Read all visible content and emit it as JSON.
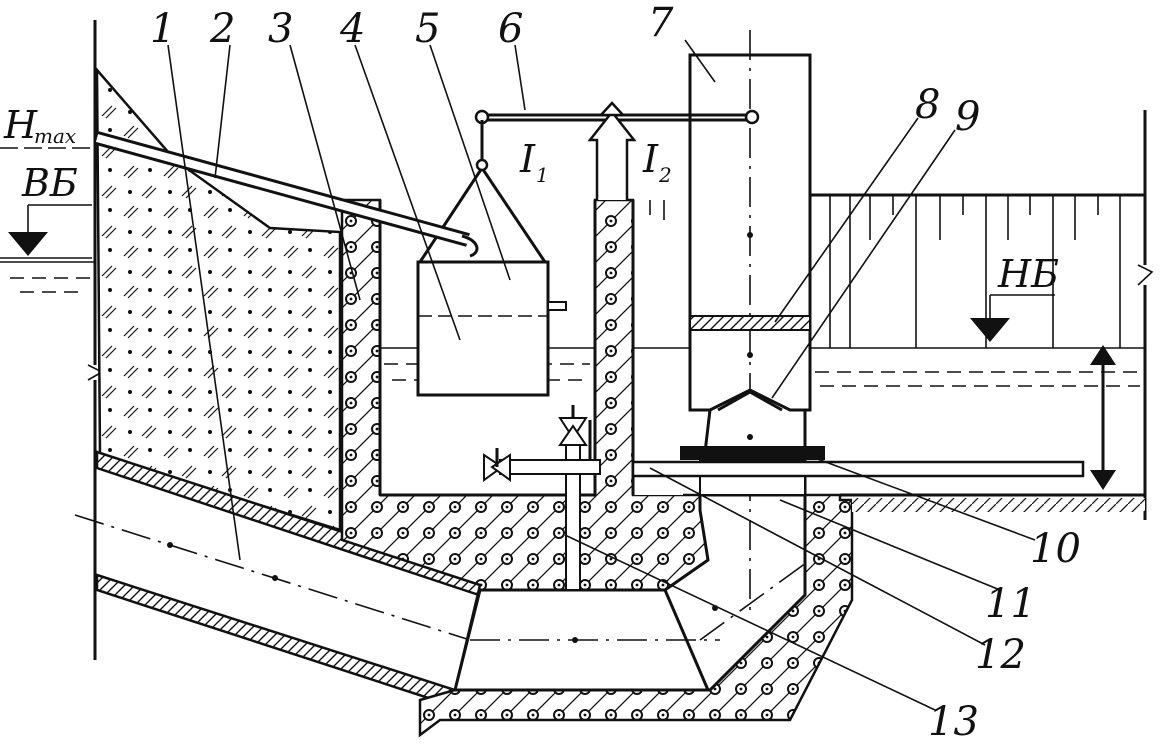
{
  "labels": {
    "n1": "1",
    "n2": "2",
    "n3": "3",
    "n4": "4",
    "n5": "5",
    "n6": "6",
    "n7": "7",
    "n8": "8",
    "n9": "9",
    "n10": "10",
    "n11": "11",
    "n12": "12",
    "n13": "13"
  },
  "levels": {
    "hmax_main": "H",
    "hmax_sub": "max",
    "upstream": "ВБ",
    "downstream": "НБ"
  },
  "forces": {
    "i1_main": "I",
    "i1_sub": "1",
    "i2_main": "I",
    "i2_sub": "2"
  }
}
